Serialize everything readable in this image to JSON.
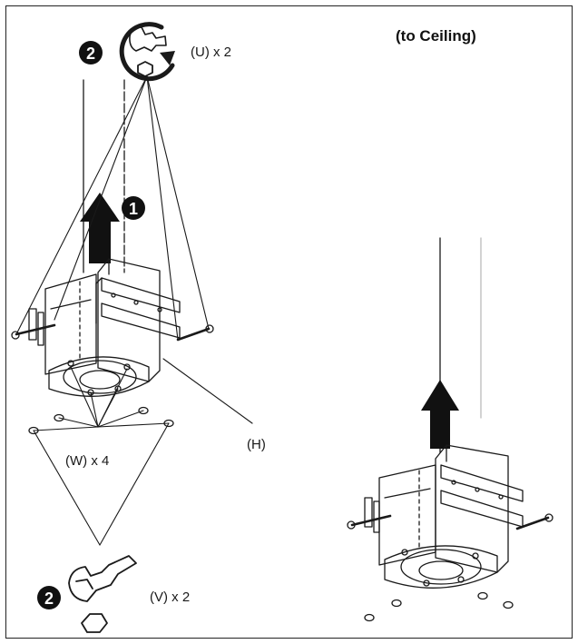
{
  "title": "(to Ceiling)",
  "steps": {
    "step1": "1",
    "step2_top": "2",
    "step2_bottom": "2"
  },
  "labels": {
    "u": "(U) x 2",
    "w": "(W) x 4",
    "h": "(H)",
    "v": "(V) x 2"
  }
}
